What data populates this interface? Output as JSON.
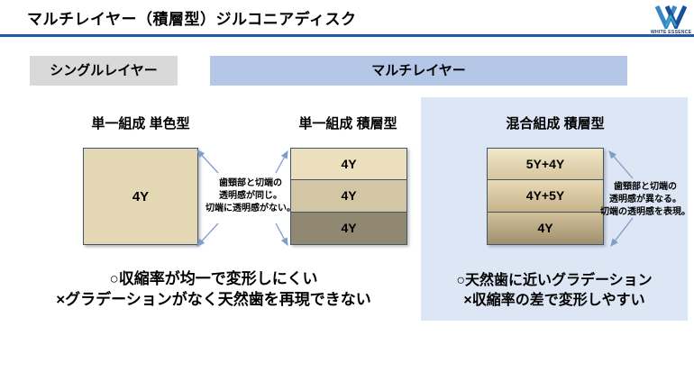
{
  "title": "マルチレイヤー（積層型）ジルコニアディスク",
  "logo": {
    "brand": "WHITE ESSENCE"
  },
  "headers": {
    "single": "シングルレイヤー",
    "multi": "マルチレイヤー"
  },
  "columns": [
    {
      "heading": "単一組成 単色型",
      "layers": [
        "4Y"
      ]
    },
    {
      "heading": "単一組成 積層型",
      "layers": [
        "4Y",
        "4Y",
        "4Y"
      ]
    },
    {
      "heading": "混合組成 積層型",
      "layers": [
        "5Y+4Y",
        "4Y+5Y",
        "4Y"
      ]
    }
  ],
  "annotations": {
    "middle": [
      "歯頸部と切端の",
      "透明感が同じ。",
      "切端に透明感がない。"
    ],
    "right": [
      "歯頸部と切端の",
      "透明感が異なる。",
      "切端の透明感を表現。"
    ]
  },
  "notes": {
    "single": [
      "○収縮率が均一で変形しにくい",
      "×グラデーションがなく天然歯を再現できない"
    ],
    "multi": [
      "○天然歯に近いグラデーション",
      "×収縮率の差で変形しやすい"
    ]
  },
  "colors": {
    "title_rule": "#1f5aa8",
    "tab_single_bg": "#d9d9d9",
    "tab_multi_bg": "#b4c7e7",
    "panel_bg": "#dce6f4",
    "disk_border": "#44546a",
    "disk_solid": "#e4d7b3",
    "stack_single": [
      "#ecdfbd",
      "#d2c6a5",
      "#918871"
    ],
    "stack_mixed_top": [
      "#f2e7c8",
      "#ead9b5",
      "#d2c19b"
    ],
    "stack_mixed_bottom": [
      "#d6c59e",
      "#c5b38b",
      "#a08f6c"
    ],
    "arrow": "#7f9ccb",
    "logo_blue_light": "#3a86c8",
    "logo_blue_dark": "#1b4f9c"
  }
}
